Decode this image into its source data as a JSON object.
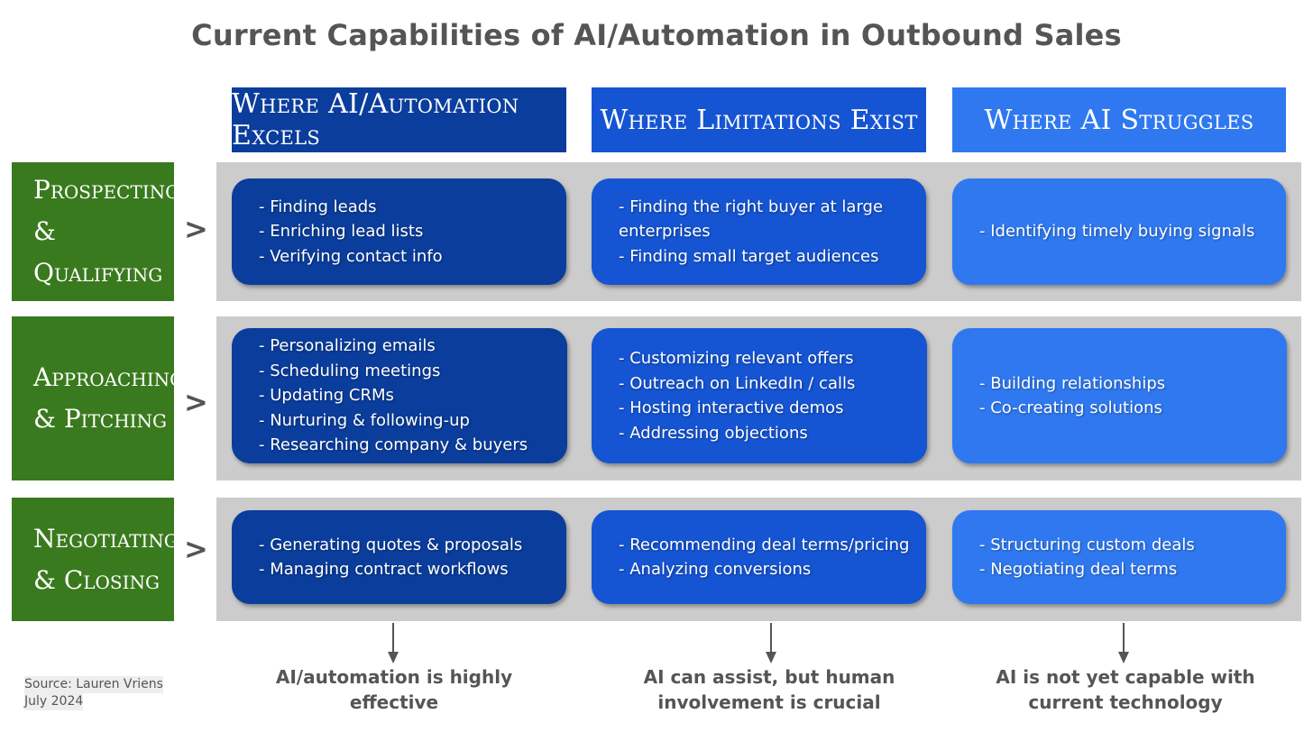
{
  "title": "Current Capabilities of AI/Automation in Outbound Sales",
  "colors": {
    "col1": "#0a3d9c",
    "col2": "#1554d2",
    "col3": "#2f78ef",
    "row_label": "#3a7a1e",
    "band": "#cccccc",
    "text_gray": "#555555"
  },
  "columns": [
    "Where AI/Automation Excels",
    "Where Limitations Exist",
    "Where AI Struggles"
  ],
  "rows": [
    {
      "label_line1": "Prospecting",
      "label_line2": "& Qualifying",
      "chevron": ">",
      "cells": [
        [
          "- Finding leads",
          "- Enriching lead lists",
          "- Verifying contact info"
        ],
        [
          "- Finding the right buyer at large enterprises",
          "- Finding small target audiences"
        ],
        [
          "- Identifying timely buying signals"
        ]
      ]
    },
    {
      "label_line1": "Approaching",
      "label_line2": "& Pitching",
      "chevron": ">",
      "cells": [
        [
          "- Personalizing emails",
          "- Scheduling meetings",
          "- Updating CRMs",
          "- Nurturing & following-up",
          "- Researching company & buyers"
        ],
        [
          "- Customizing relevant offers",
          "- Outreach on LinkedIn / calls",
          "- Hosting interactive demos",
          "- Addressing objections"
        ],
        [
          "- Building relationships",
          "- Co-creating solutions"
        ]
      ]
    },
    {
      "label_line1": "Negotiating",
      "label_line2": "& Closing",
      "chevron": ">",
      "cells": [
        [
          "- Generating quotes & proposals",
          "- Managing contract workflows"
        ],
        [
          "- Recommending deal terms/pricing",
          "- Analyzing conversions"
        ],
        [
          "- Structuring custom deals",
          "- Negotiating deal terms"
        ]
      ]
    }
  ],
  "footer_notes": [
    [
      "AI/automation is highly",
      "effective"
    ],
    [
      "AI can assist, but human",
      "involvement is crucial"
    ],
    [
      "AI is not yet capable with",
      "current technology"
    ]
  ],
  "source": {
    "line1": "Source: Lauren Vriens",
    "line2": "July 2024"
  }
}
